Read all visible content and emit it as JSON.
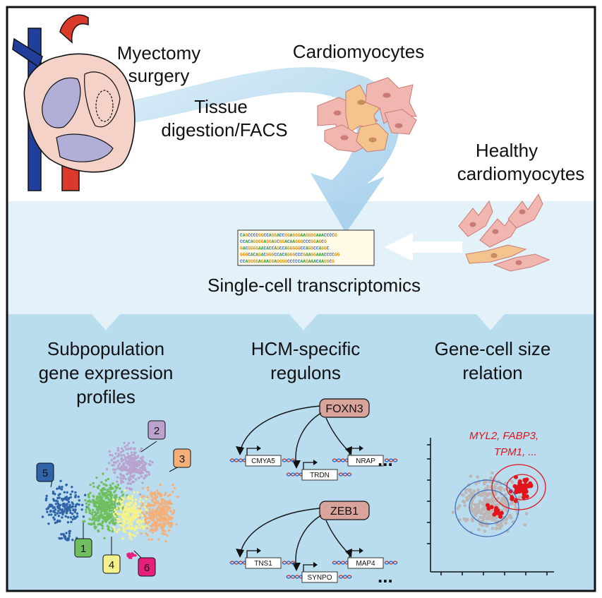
{
  "labels": {
    "myectomy": [
      "Myectomy",
      "surgery"
    ],
    "tissue": [
      "Tissue",
      "digestion/FACS"
    ],
    "cardiomyocytes": "Cardiomyocytes",
    "healthy": [
      "Healthy",
      "cardiomyocytes"
    ],
    "sct": "Single-cell transcriptomics",
    "panel1": [
      "Subpopulation",
      "gene expression",
      "profiles"
    ],
    "panel2": [
      "HCM-specific",
      "regulons"
    ],
    "panel3": [
      "Gene-cell size",
      "relation"
    ]
  },
  "clusters": [
    "1",
    "2",
    "3",
    "4",
    "5",
    "6"
  ],
  "regulons": [
    {
      "tf": "FOXN3",
      "targets": [
        "CMYA5",
        "TRDN",
        "NRAP"
      ]
    },
    {
      "tf": "ZEB1",
      "targets": [
        "TNS1",
        "SYNPO",
        "MAP4"
      ]
    }
  ],
  "ellipsis": "...",
  "highlight_genes": [
    "MYL2, FABP3,",
    "TPM1, ..."
  ],
  "sequence_rows": [
    "CAGCCCCGGCCAGGACCGGAGGGAAGGGGAAACCCCG",
    "CCACAGGGGAGGAGCGGACAAGGGCCCGGAGCG",
    "GACGGGGAACACCAGCCAGGGGGCCAGGCCAGGC",
    "GGGCACAGACGGGCCACAGGGCCCGAAGGAAACCCCGG",
    "CCAGGGGAGAAGGAGGGGCCCCCAAGAAACAAGGCG"
  ],
  "colors": {
    "blue_band_light": "#e3f1f8",
    "blue_band_dark": "#b9dcef",
    "cluster1": "#6fbf5f",
    "cluster2": "#b9a2ce",
    "cluster3": "#f5b07a",
    "cluster4": "#f4f28c",
    "cluster5": "#2f64a8",
    "cluster6": "#e6207a",
    "tf_box": "#d9a49b",
    "highlight": "#e2141c"
  }
}
